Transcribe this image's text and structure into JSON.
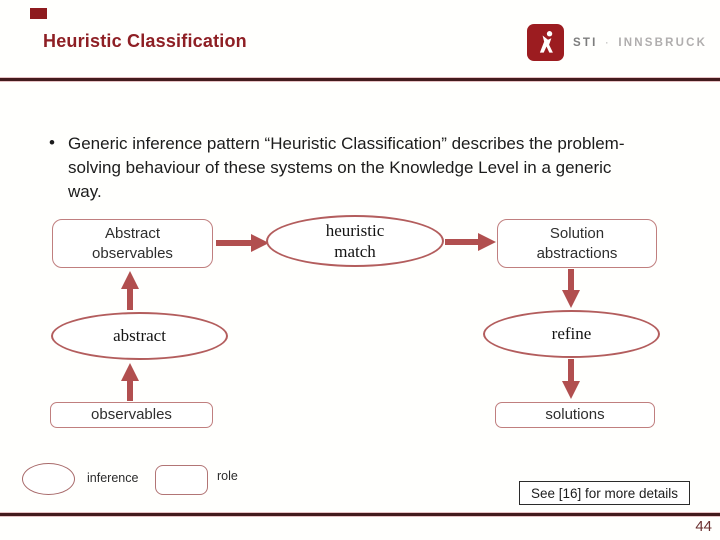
{
  "header": {
    "title": "Heuristic Classification",
    "logo_text_primary": "STI",
    "logo_separator": "·",
    "logo_text_secondary": "INNSBRUCK"
  },
  "content": {
    "bullet_marker": "•",
    "bullet_text": "Generic inference pattern “Heuristic Classification” describes the problem-solving behaviour of these systems on the Knowledge Level in a generic way."
  },
  "diagram": {
    "nodes": [
      {
        "id": "abstract-observables",
        "type": "role",
        "label": "Abstract observables"
      },
      {
        "id": "heuristic-match",
        "type": "inference",
        "label": "heuristic match"
      },
      {
        "id": "solution-abstractions",
        "type": "role",
        "label": "Solution abstractions"
      },
      {
        "id": "abstract",
        "type": "inference",
        "label": "abstract"
      },
      {
        "id": "observables",
        "type": "role",
        "label": "observables"
      },
      {
        "id": "refine",
        "type": "inference",
        "label": "refine"
      },
      {
        "id": "solutions",
        "type": "role",
        "label": "solutions"
      }
    ],
    "edges": [
      "abstract-observables -> heuristic-match",
      "heuristic-match -> solution-abstractions",
      "abstract -> abstract-observables",
      "observables -> abstract",
      "solution-abstractions -> refine",
      "refine -> solutions"
    ]
  },
  "legend": {
    "inference_label": "inference",
    "role_label": "role"
  },
  "footer": {
    "note": "See [16] for more details",
    "page_number": "44"
  },
  "colors": {
    "accent_dark_red": "#8e1f24",
    "diagram_stroke": "#b35d5d",
    "arrow": "#b14f4f",
    "rule_dark": "#441b1d",
    "rule_light": "#e7c3c5",
    "logo_red": "#9c1c20",
    "page_number": "#6b3030"
  }
}
